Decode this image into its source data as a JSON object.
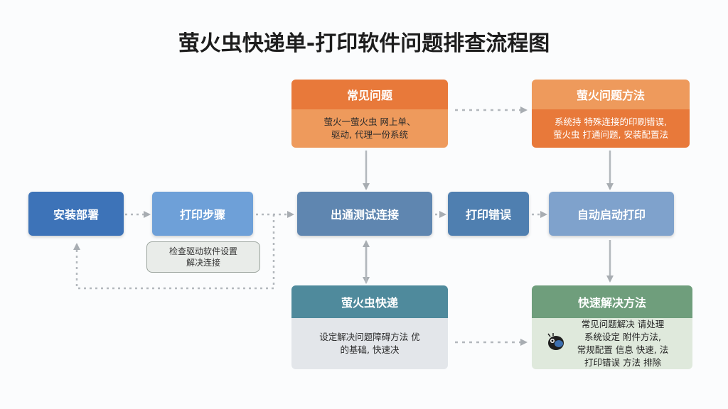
{
  "title": "萤火虫快递单-打印软件问题排查流程图",
  "colors": {
    "orange": "#e8793a",
    "orange_light": "#ee9a5c",
    "blue": "#3d73b8",
    "blue_light": "#6ea0d8",
    "steel": "#5f86b0",
    "teal": "#4f8a9c",
    "green": "#6f9e7c",
    "green_light": "#dfe9dc",
    "grey_light": "#e3e6ea"
  },
  "nodes": {
    "install": "安装部署",
    "print_steps": "打印步骤",
    "print_steps_note": [
      "检查驱动软件设置",
      "解决连接"
    ],
    "common": {
      "header": "常见问题",
      "lines": [
        "萤火一萤火虫 网上单、",
        "驱动, 代理一份系统"
      ]
    },
    "firefly_method": {
      "header": "萤火问题方法",
      "lines": [
        "系统持 特殊连接的印刷错误,",
        "萤火虫 打通问题, 安装配置法"
      ]
    },
    "debug": "出通测试连接",
    "print_status": "打印错误",
    "auto_run": "自动启动打印",
    "firefly_express": {
      "header": "萤火虫快递",
      "lines": [
        "设定解决问题障碍方法 优",
        "的基础, 快速决"
      ]
    },
    "quick_method": {
      "header": "快速解决方法",
      "lines": [
        "常见问题解决 请处理",
        "系统设定 附件方法,",
        "常规配置 信息 快速, 法",
        "打印错误 方法 排除"
      ]
    }
  }
}
